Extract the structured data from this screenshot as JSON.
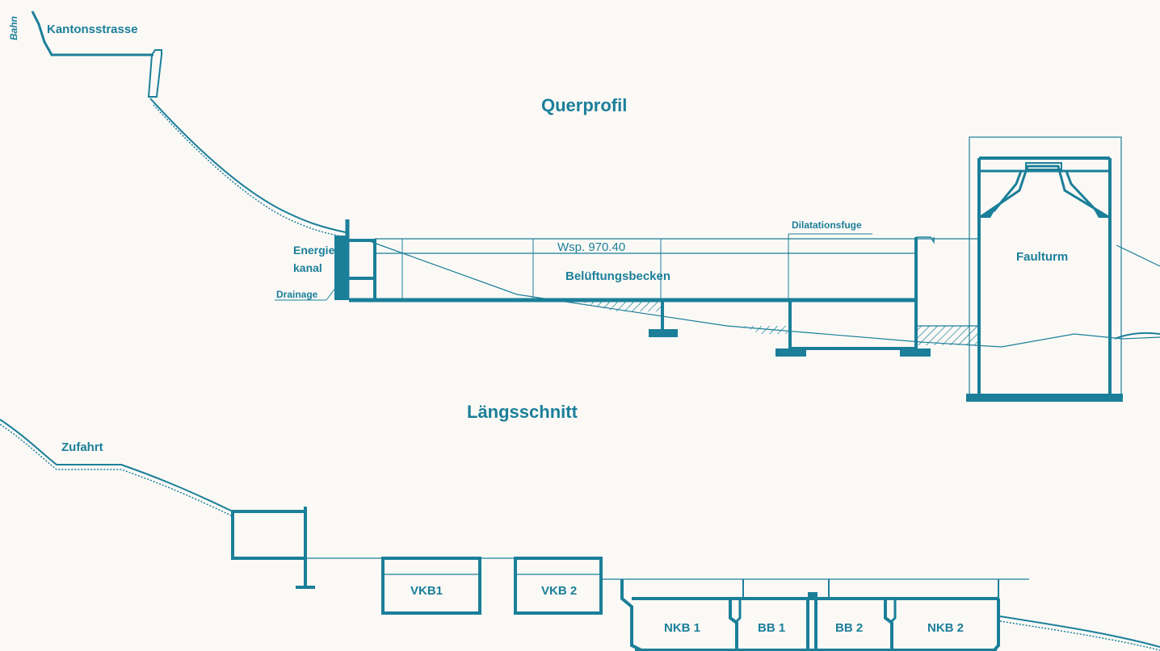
{
  "colors": {
    "ink": "#1b7f99",
    "paper": "#fbf9f6"
  },
  "titles": {
    "querprofil": "Querprofil",
    "laengsschnitt": "Längsschnitt"
  },
  "querprofil": {
    "bahn": "Bahn",
    "kantonsstrasse": "Kantonsstrasse",
    "energie_1": "Energie-",
    "energie_2": "kanal",
    "drainage": "Drainage",
    "wsp": "Wsp. 970.40",
    "belueftungsbecken": "Belüftungsbecken",
    "dilatationsfuge": "Dilatationsfuge",
    "faulturm": "Faulturm"
  },
  "laengsschnitt": {
    "zufahrt": "Zufahrt",
    "vkb1": "VKB1",
    "vkb2": "VKB 2",
    "nkb1": "NKB 1",
    "bb1": "BB 1",
    "bb2": "BB 2",
    "nkb2": "NKB 2"
  }
}
